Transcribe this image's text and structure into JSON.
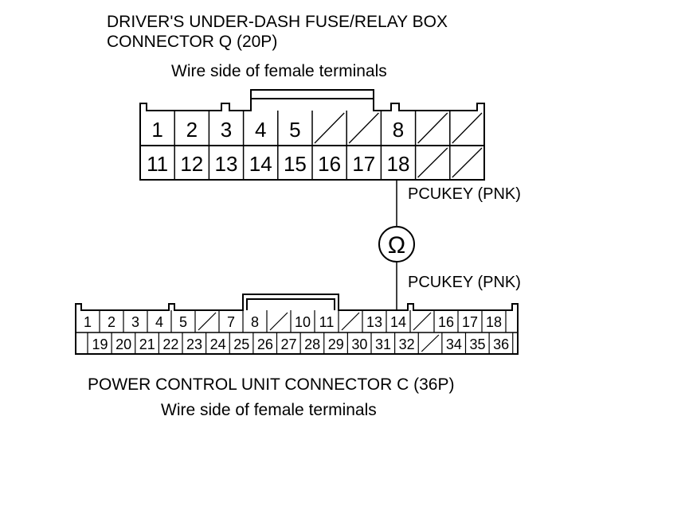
{
  "connector_q": {
    "title_line1": "DRIVER'S UNDER-DASH FUSE/RELAY BOX",
    "title_line2": "CONNECTOR Q (20P)",
    "subtitle": "Wire side of female terminals",
    "row1": [
      "1",
      "2",
      "3",
      "4",
      "5",
      "",
      "",
      "8",
      "",
      ""
    ],
    "row2": [
      "11",
      "12",
      "13",
      "14",
      "15",
      "16",
      "17",
      "18",
      "",
      ""
    ]
  },
  "wire": {
    "label_top": "PCUKEY (PNK)",
    "label_bottom": "PCUKEY (PNK)",
    "meter_symbol": "Ω",
    "meter_icon": "ohmmeter-icon"
  },
  "connector_c": {
    "title": "POWER CONTROL UNIT CONNECTOR C (36P)",
    "subtitle": "Wire side of female terminals",
    "row1": [
      "1",
      "2",
      "3",
      "4",
      "5",
      "",
      "7",
      "8",
      "",
      "10",
      "11",
      "",
      "13",
      "14",
      "",
      "16",
      "17",
      "18"
    ],
    "row2": [
      "",
      "19",
      "20",
      "21",
      "22",
      "23",
      "24",
      "25",
      "26",
      "27",
      "28",
      "29",
      "30",
      "31",
      "32",
      "",
      "34",
      "35",
      "36"
    ]
  }
}
